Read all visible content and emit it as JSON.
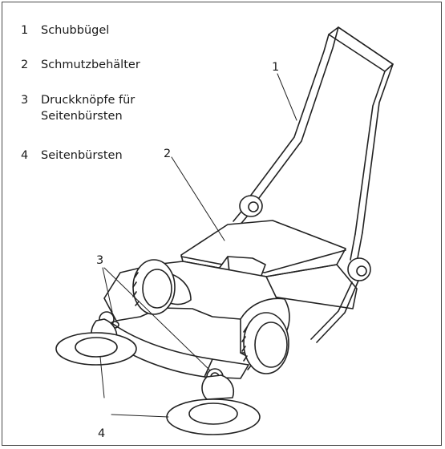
{
  "legend": {
    "items": [
      {
        "number": "1",
        "text": "Schubbügel"
      },
      {
        "number": "2",
        "text": "Schmutzbehälter"
      },
      {
        "number": "3",
        "text": "Druckknöpfe für\nSeitenbürsten"
      },
      {
        "number": "4",
        "text": "Seitenbürsten"
      }
    ]
  },
  "callouts": {
    "handle": "1",
    "bin": "2",
    "buttons": "3",
    "brushes": "4"
  }
}
